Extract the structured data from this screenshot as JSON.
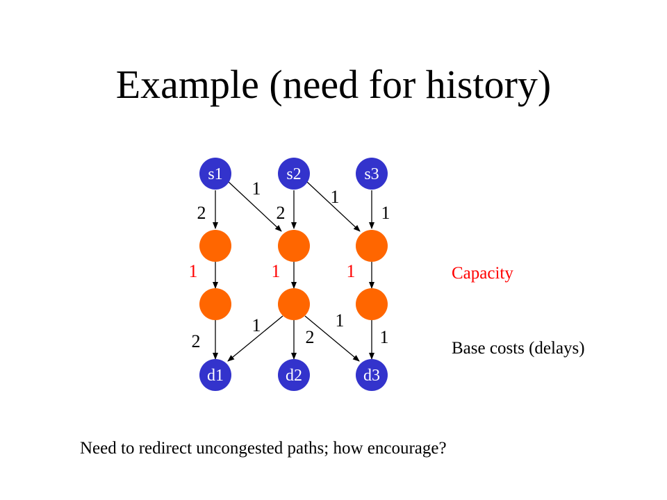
{
  "title": "Example (need for history)",
  "colors": {
    "source_sink_fill": "#3333cc",
    "intermediate_fill": "#ff6600",
    "capacity_text": "#ff0000",
    "edge": "#000000"
  },
  "nodes": {
    "s1": "s1",
    "s2": "s2",
    "s3": "s3",
    "d1": "d1",
    "d2": "d2",
    "d3": "d3"
  },
  "edge_costs": {
    "s1_m1": "2",
    "s1_m2": "1",
    "s2_m2": "2",
    "s2_m3": "1",
    "s3_m3": "1",
    "b2_d1": "1",
    "b2_d3": "1",
    "b1_d1": "2",
    "b2_d2": "2",
    "b3_d3": "1"
  },
  "capacities": {
    "c1": "1",
    "c2": "1",
    "c3": "1"
  },
  "legend": {
    "capacity": "Capacity",
    "base_costs": "Base costs (delays)"
  },
  "footer": "Need to redirect uncongested paths; how encourage?"
}
